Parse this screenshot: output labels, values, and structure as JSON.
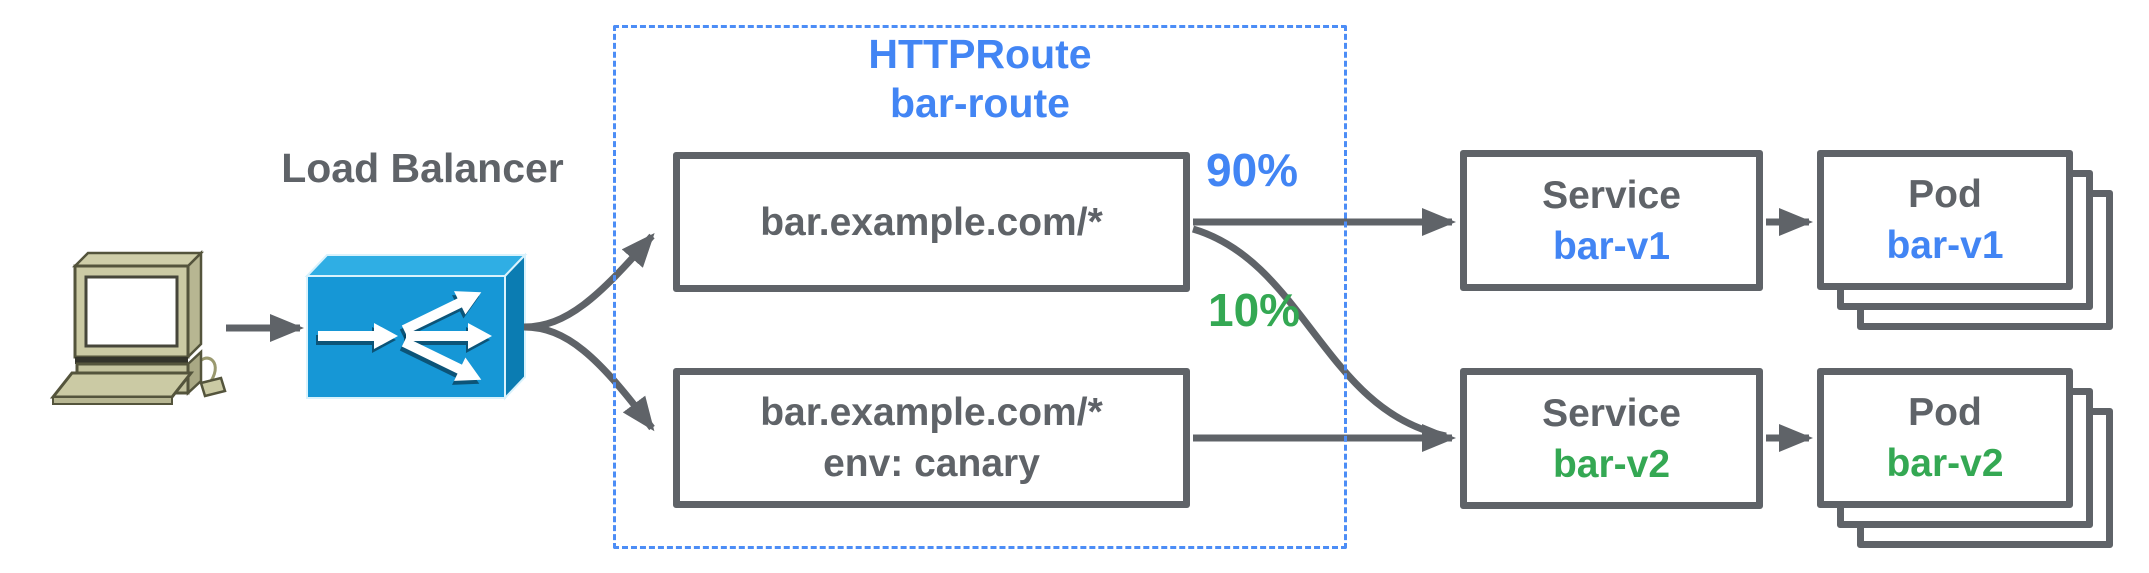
{
  "diagram": {
    "client": {
      "icon": "desktop-computer-icon"
    },
    "load_balancer": {
      "label": "Load Balancer",
      "icon": "load-balancer-3d-box-icon"
    },
    "httproute": {
      "title_line1": "HTTPRoute",
      "title_line2": "bar-route",
      "matches": [
        {
          "lines": [
            "bar.example.com/*"
          ]
        },
        {
          "lines": [
            "bar.example.com/*",
            "env: canary"
          ]
        }
      ]
    },
    "weights": [
      {
        "label": "90%",
        "color": "#4285F4",
        "target": "bar-v1"
      },
      {
        "label": "10%",
        "color": "#34A853",
        "target": "bar-v2"
      }
    ],
    "services": [
      {
        "kind": "Service",
        "name": "bar-v1",
        "color": "#4285F4"
      },
      {
        "kind": "Service",
        "name": "bar-v2",
        "color": "#34A853"
      }
    ],
    "pods": [
      {
        "kind": "Pod",
        "name": "bar-v1",
        "color": "#4285F4"
      },
      {
        "kind": "Pod",
        "name": "bar-v2",
        "color": "#34A853"
      }
    ],
    "colors": {
      "accent_blue": "#4285F4",
      "accent_green": "#34A853",
      "line_gray": "#5f6368",
      "lb_front_blue": "#1697D6",
      "lb_top_blue": "#2FAEE4",
      "lb_side_blue": "#0B7CB2",
      "computer_beige": "#cbcaa4"
    }
  }
}
